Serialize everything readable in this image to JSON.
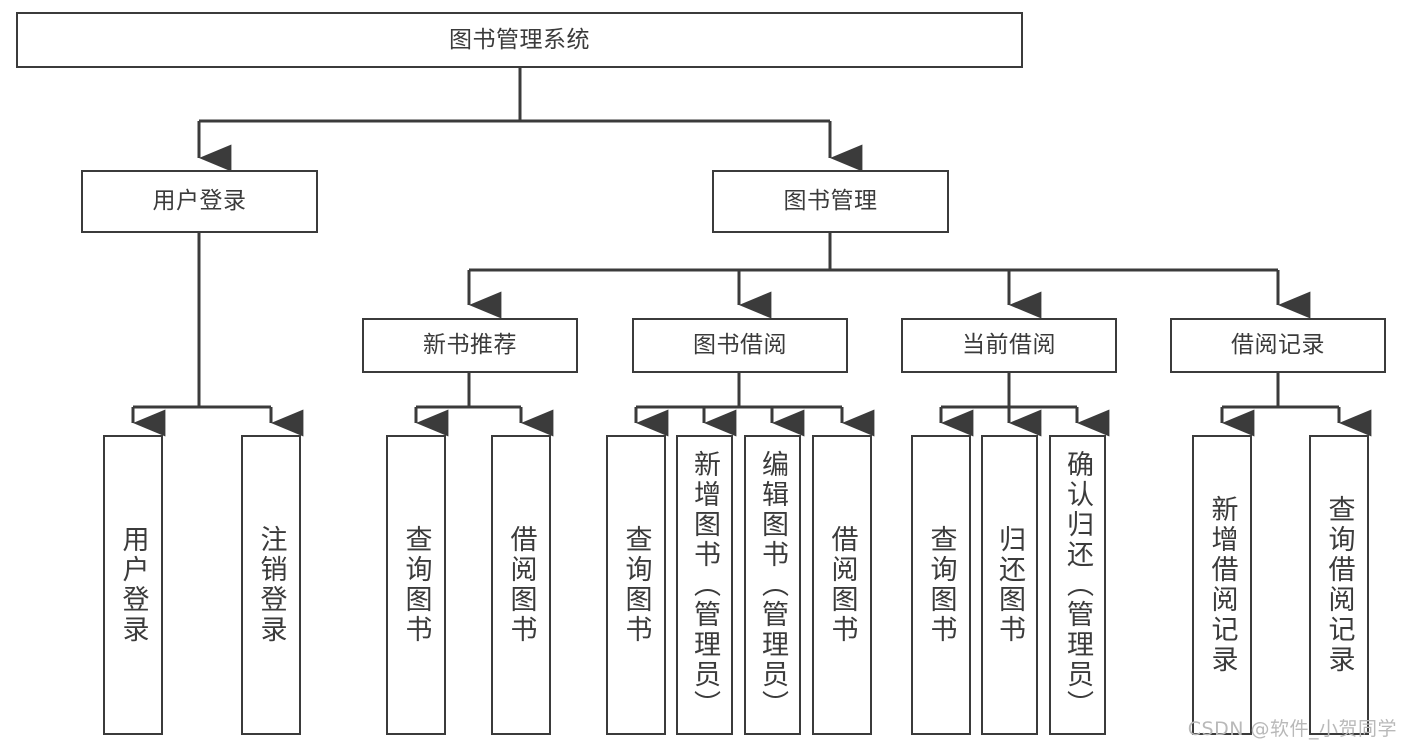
{
  "diagram": {
    "type": "tree-hierarchy",
    "title": "图书管理系统",
    "watermark": "CSDN @软件_小贺同学",
    "colors": {
      "stroke": "#3b3b3b",
      "fill": "#ffffff",
      "text": "#3b3b3b",
      "watermark": "#b9b9b9",
      "background": "#ffffff"
    },
    "nodes": {
      "root": {
        "label": "图书管理系统"
      },
      "level1": [
        {
          "id": "user-login",
          "label": "用户登录"
        },
        {
          "id": "book-manage",
          "label": "图书管理"
        }
      ],
      "level2": [
        {
          "id": "new-book-recommend",
          "label": "新书推荐",
          "parent": "book-manage"
        },
        {
          "id": "book-borrow",
          "label": "图书借阅",
          "parent": "book-manage"
        },
        {
          "id": "current-borrow",
          "label": "当前借阅",
          "parent": "book-manage"
        },
        {
          "id": "borrow-record",
          "label": "借阅记录",
          "parent": "book-manage"
        }
      ],
      "leaves": [
        {
          "id": "leaf-user-login",
          "label": "用户登录",
          "parent": "user-login"
        },
        {
          "id": "leaf-logout",
          "label": "注销登录",
          "parent": "user-login"
        },
        {
          "id": "leaf-query-book-1",
          "label": "查询图书",
          "parent": "new-book-recommend"
        },
        {
          "id": "leaf-borrow-book-1",
          "label": "借阅图书",
          "parent": "new-book-recommend"
        },
        {
          "id": "leaf-query-book-2",
          "label": "查询图书",
          "parent": "book-borrow"
        },
        {
          "id": "leaf-add-book",
          "label": "新增图书（管理员）",
          "parent": "book-borrow"
        },
        {
          "id": "leaf-edit-book",
          "label": "编辑图书（管理员）",
          "parent": "book-borrow"
        },
        {
          "id": "leaf-borrow-book-2",
          "label": "借阅图书",
          "parent": "book-borrow"
        },
        {
          "id": "leaf-query-book-3",
          "label": "查询图书",
          "parent": "current-borrow"
        },
        {
          "id": "leaf-return-book",
          "label": "归还图书",
          "parent": "current-borrow"
        },
        {
          "id": "leaf-confirm-return",
          "label": "确认归还（管理员）",
          "parent": "current-borrow"
        },
        {
          "id": "leaf-add-record",
          "label": "新增借阅记录",
          "parent": "borrow-record"
        },
        {
          "id": "leaf-query-record",
          "label": "查询借阅记录",
          "parent": "borrow-record"
        }
      ]
    }
  }
}
